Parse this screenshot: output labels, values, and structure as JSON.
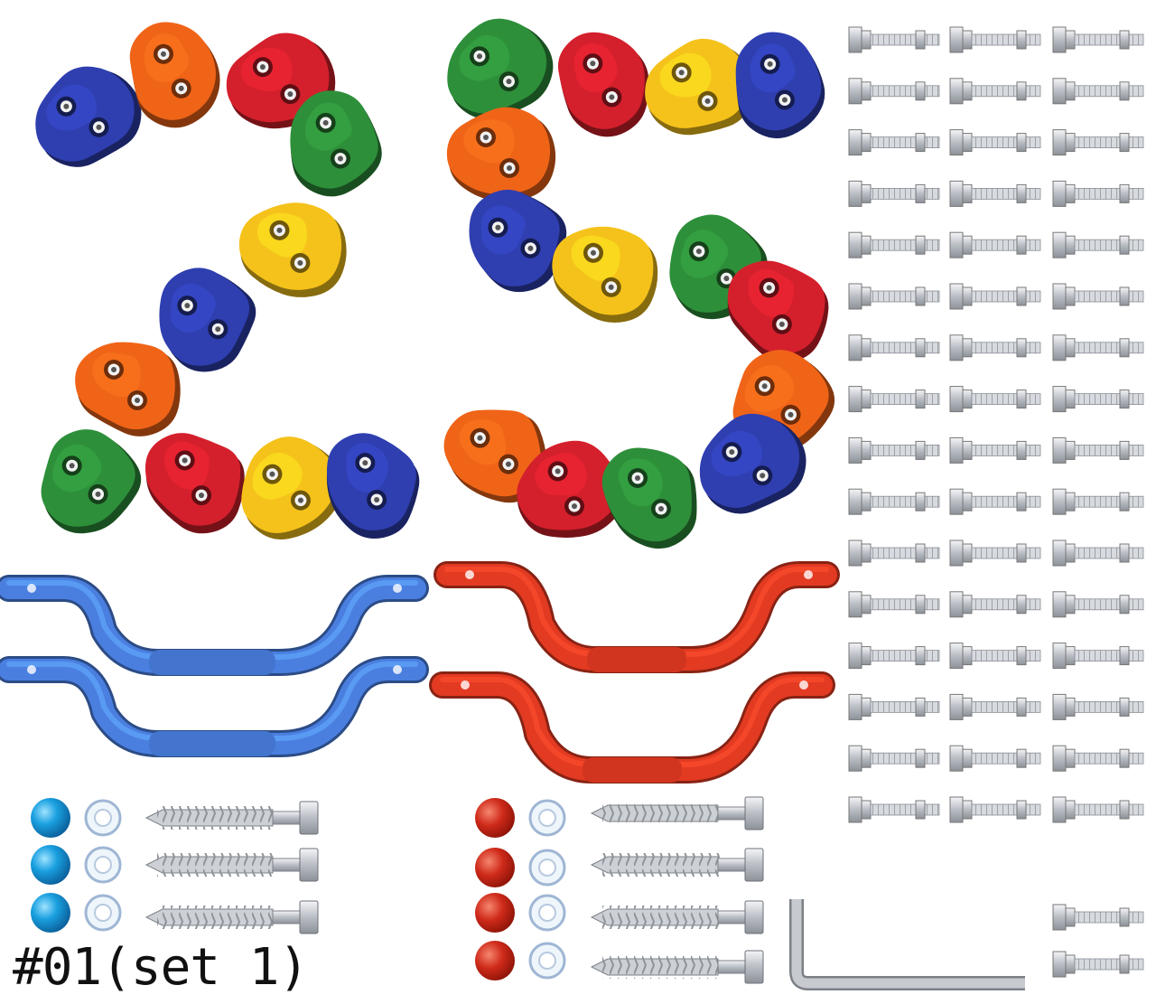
{
  "label": "#01(set 1)",
  "colors": {
    "blue": "#2f3fb0",
    "orange": "#f06418",
    "red": "#d4202c",
    "green": "#2e8f3a",
    "yellow": "#f5c21b",
    "handle_blue": "#4a7fe0",
    "handle_red": "#e33a22",
    "cap_blue": "#1aa0e0",
    "cap_red": "#cf2a1a",
    "steel": "#c9ccd1"
  },
  "items": {
    "climbing_holds": 25,
    "handles_blue": 2,
    "handles_red": 2,
    "bolt_sets": 50,
    "lag_screws": 7,
    "caps_blue": 3,
    "caps_red": 4,
    "washers": 7,
    "hex_key": 1
  }
}
